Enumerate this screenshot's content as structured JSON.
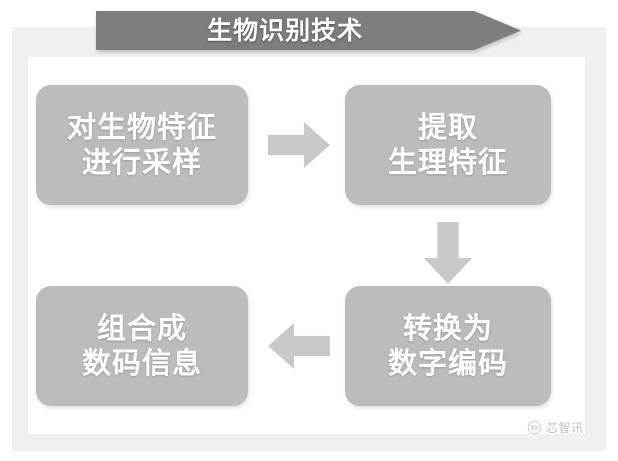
{
  "title": {
    "text": "生物识别技术"
  },
  "flow": {
    "boxes": [
      {
        "id": "sample-bio-features",
        "lines": [
          "对生物特征",
          "进行采样"
        ]
      },
      {
        "id": "extract-physiological-features",
        "lines": [
          "提取",
          "生理特征"
        ]
      },
      {
        "id": "assemble-digital-info",
        "lines": [
          "组合成",
          "数码信息"
        ]
      },
      {
        "id": "convert-to-digital-code",
        "lines": [
          "转换为",
          "数字编码"
        ]
      }
    ],
    "arrows": [
      {
        "id": "arrow-right-step1-to-step2",
        "direction": "right"
      },
      {
        "id": "arrow-down-step2-to-step3",
        "direction": "down"
      },
      {
        "id": "arrow-left-step3-to-step4",
        "direction": "left"
      }
    ]
  },
  "watermark": {
    "text": "芯智讯",
    "logo": "chip-logo-icon"
  },
  "colors": {
    "ribbon": "#7e7e7e",
    "box_fill": "#bcbcbc",
    "box_text": "#ffffff",
    "arrow_fill": "#c9c9c9",
    "frame_band": "#f0f0f0",
    "panel": "#ffffff",
    "watermark_text": "#8e8e8e"
  }
}
